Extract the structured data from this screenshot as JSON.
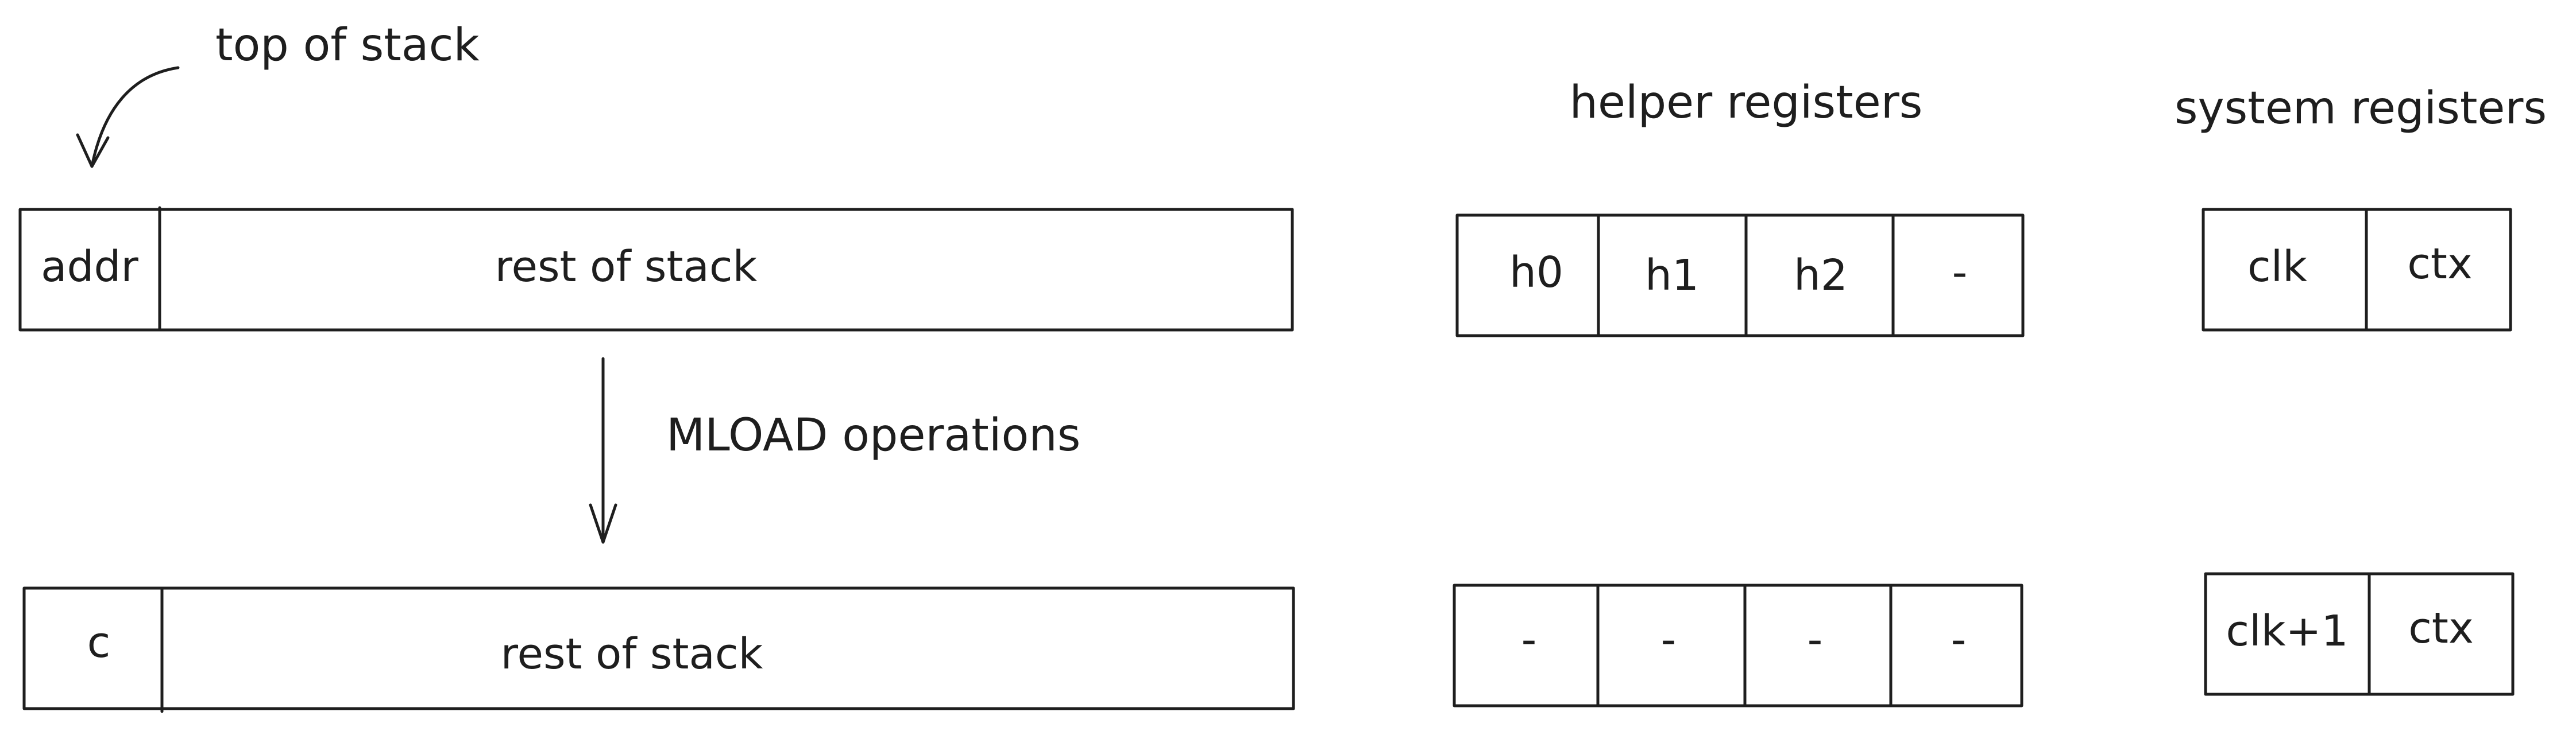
{
  "annotations": {
    "top_of_stack": "top of stack",
    "mload_operations": "MLOAD operations"
  },
  "headers": {
    "helper_registers": "helper registers",
    "system_registers": "system registers"
  },
  "before": {
    "stack": [
      "addr",
      "rest of stack"
    ],
    "helper_registers": [
      "h0",
      "h1",
      "h2",
      "-"
    ],
    "system_registers": [
      "clk",
      "ctx"
    ]
  },
  "after": {
    "stack": [
      "c",
      "rest of stack"
    ],
    "helper_registers": [
      "-",
      "-",
      "-",
      "-"
    ],
    "system_registers": [
      "clk+1",
      "ctx"
    ]
  }
}
